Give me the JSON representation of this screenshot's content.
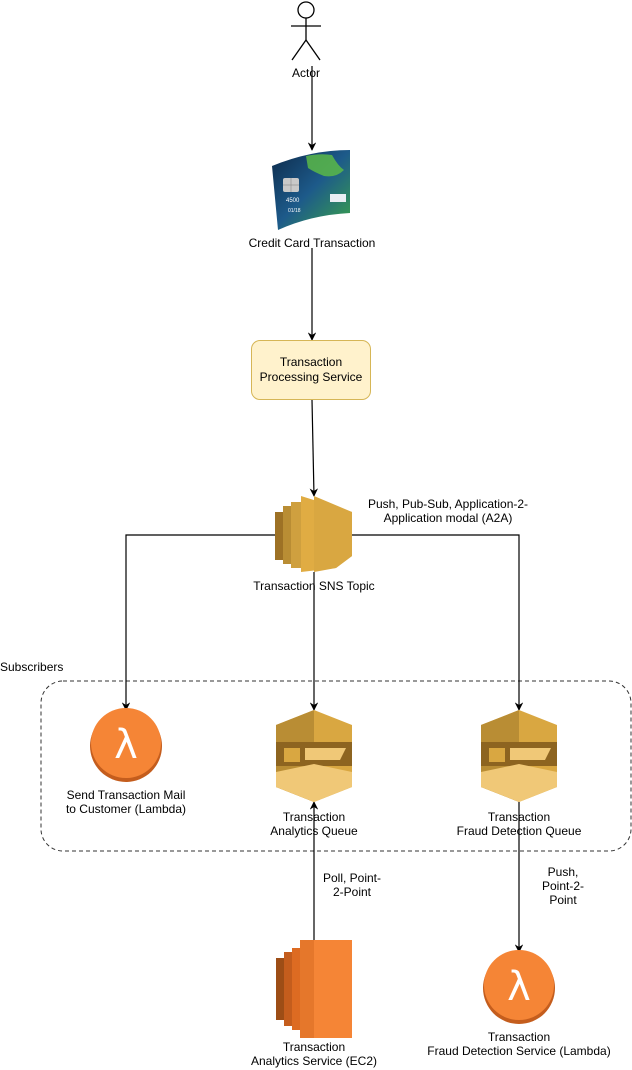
{
  "actor": {
    "label": "Actor"
  },
  "card": {
    "label": "Credit Card Transaction",
    "number": "4500",
    "date": "01/18"
  },
  "processing": {
    "line1": "Transaction",
    "line2": "Processing Service"
  },
  "sns": {
    "label": "Transaction SNS Topic"
  },
  "annotation_push_pubsub": {
    "line1": "Push, Pub-Sub, Application-2-",
    "line2": "Application modal (A2A)"
  },
  "subscribers_group": {
    "label": "Subscribers"
  },
  "lambda_mail": {
    "line1": "Send Transaction Mail",
    "line2": "to Customer (Lambda)"
  },
  "analytics_queue": {
    "line1": "Transaction",
    "line2": "Analytics Queue"
  },
  "fraud_queue": {
    "line1": "Transaction",
    "line2": "Fraud Detection Queue"
  },
  "annotation_poll": {
    "line1": "Poll, Point-",
    "line2": "2-Point"
  },
  "annotation_push_p2p": {
    "line1": "Push,",
    "line2": "Point-2-",
    "line3": "Point"
  },
  "analytics_service": {
    "line1": "Transaction",
    "line2": "Analytics Service (EC2)"
  },
  "fraud_service": {
    "line1": "Transaction",
    "line2": "Fraud Detection Service (Lambda)"
  },
  "colors": {
    "aws_gold": "#d9a741",
    "aws_orange": "#f58536",
    "process_fill": "#fff2cc",
    "process_stroke": "#d6b656"
  }
}
